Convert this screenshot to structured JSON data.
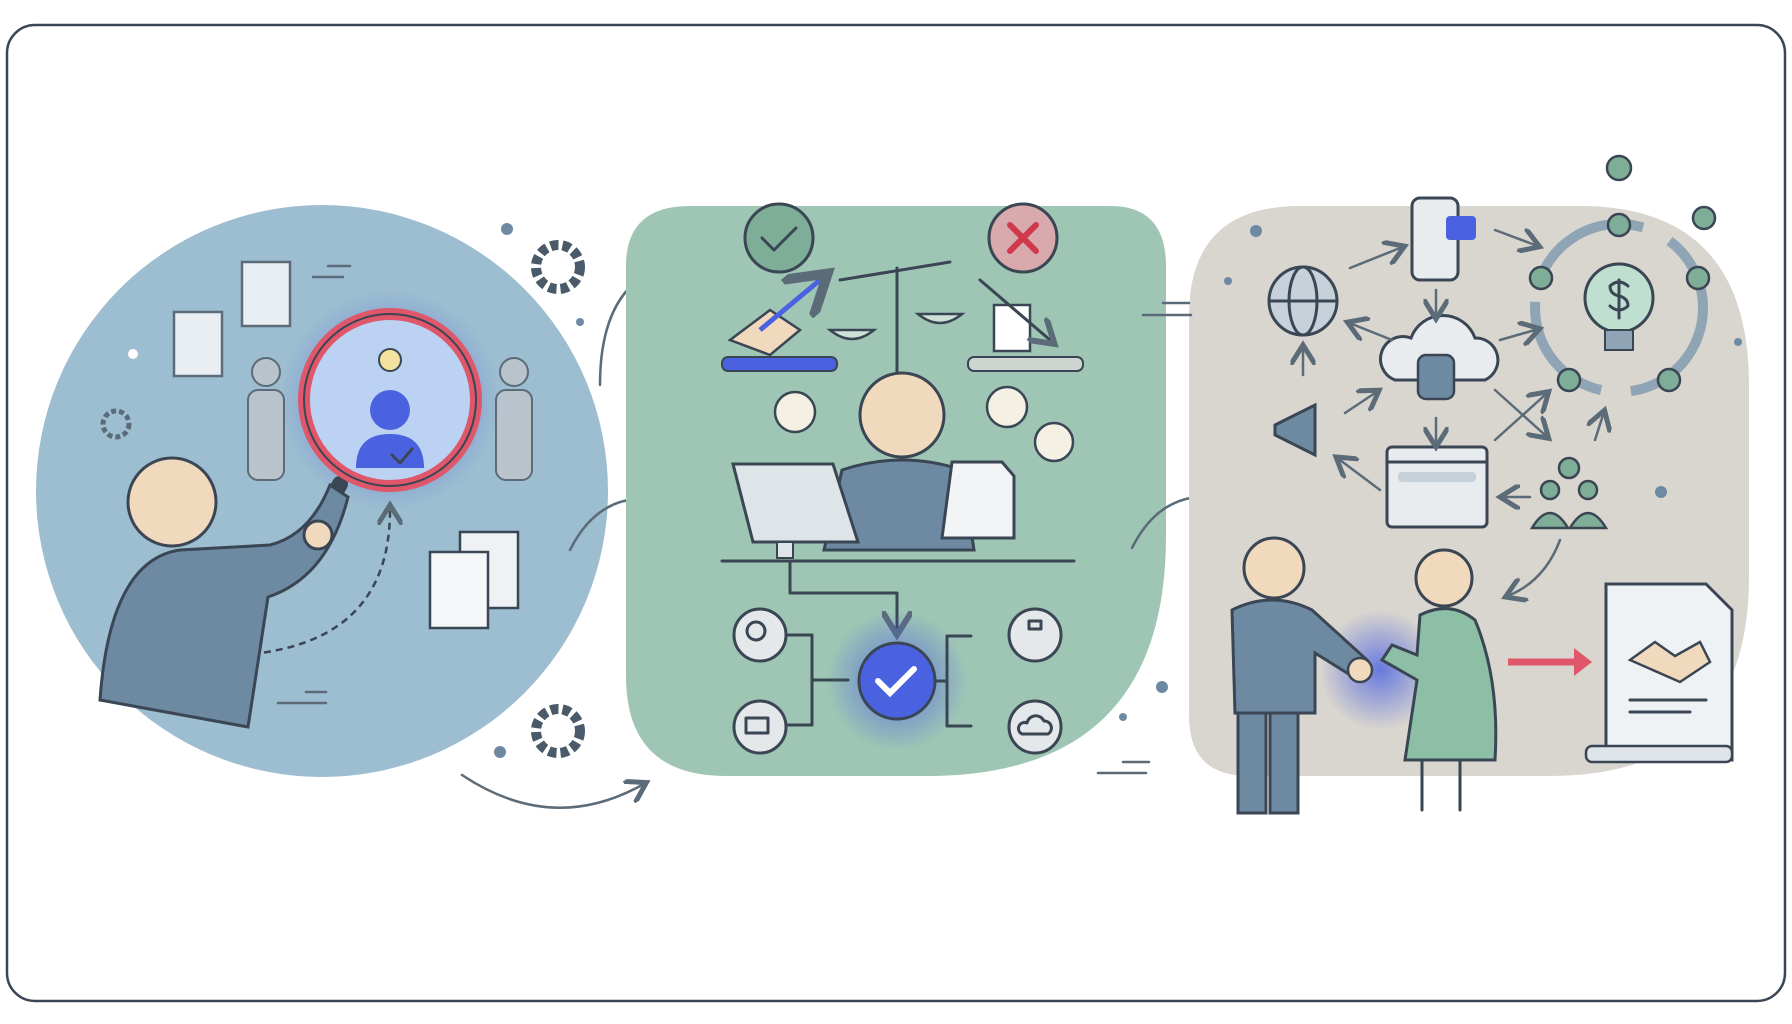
{
  "title": "",
  "stages": [
    {
      "id": "discover",
      "icons": [
        "magnifier-icon",
        "person-check-icon",
        "document-icon",
        "gear-icon",
        "lightbulb-icon"
      ]
    },
    {
      "id": "evaluate",
      "icons": [
        "check-icon",
        "cross-icon",
        "scales-icon",
        "handshake-icon",
        "computer-icon",
        "search-icon",
        "org-chart-icon",
        "cloud-icon"
      ]
    },
    {
      "id": "engage",
      "icons": [
        "globe-icon",
        "phone-icon",
        "cloud-database-icon",
        "megaphone-icon",
        "browser-icon",
        "team-icon",
        "dollar-lightbulb-icon",
        "contract-icon"
      ]
    }
  ],
  "colors": {
    "stage1_bg": "#9dbdd0",
    "stage2_bg": "#9fc5b5",
    "stage3_bg": "#d9d5cf",
    "accent_blue": "#4a62e0",
    "accent_red": "#e0566a",
    "outline": "#3a4654",
    "suit": "#6e8aa3",
    "skin": "#f1d9bd",
    "frame": "#3a4654"
  }
}
